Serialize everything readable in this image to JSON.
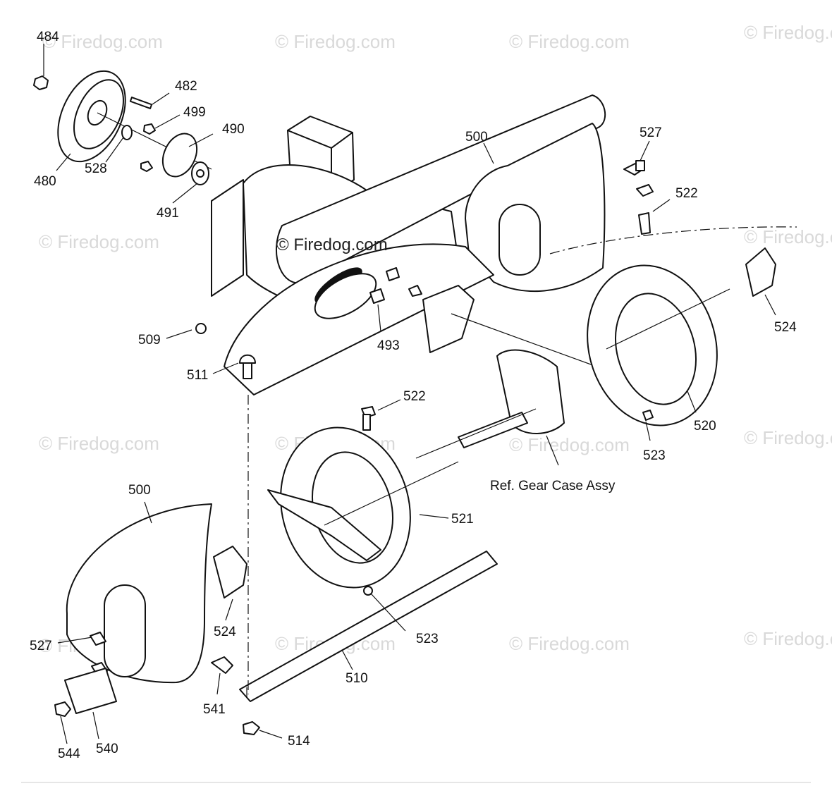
{
  "watermark": "© Firedog.com",
  "reference_label": "Ref. Gear Case Assy",
  "callouts": [
    {
      "id": "484"
    },
    {
      "id": "482"
    },
    {
      "id": "499"
    },
    {
      "id": "490"
    },
    {
      "id": "480"
    },
    {
      "id": "528"
    },
    {
      "id": "491"
    },
    {
      "id": "500a",
      "text": "500"
    },
    {
      "id": "527a",
      "text": "527"
    },
    {
      "id": "522a",
      "text": "522"
    },
    {
      "id": "509"
    },
    {
      "id": "511"
    },
    {
      "id": "493"
    },
    {
      "id": "524a",
      "text": "524"
    },
    {
      "id": "522b",
      "text": "522"
    },
    {
      "id": "520"
    },
    {
      "id": "523a",
      "text": "523"
    },
    {
      "id": "521"
    },
    {
      "id": "500b",
      "text": "500"
    },
    {
      "id": "524b",
      "text": "524"
    },
    {
      "id": "527b",
      "text": "527"
    },
    {
      "id": "523b",
      "text": "523"
    },
    {
      "id": "510"
    },
    {
      "id": "541"
    },
    {
      "id": "514"
    },
    {
      "id": "544"
    },
    {
      "id": "540"
    }
  ]
}
